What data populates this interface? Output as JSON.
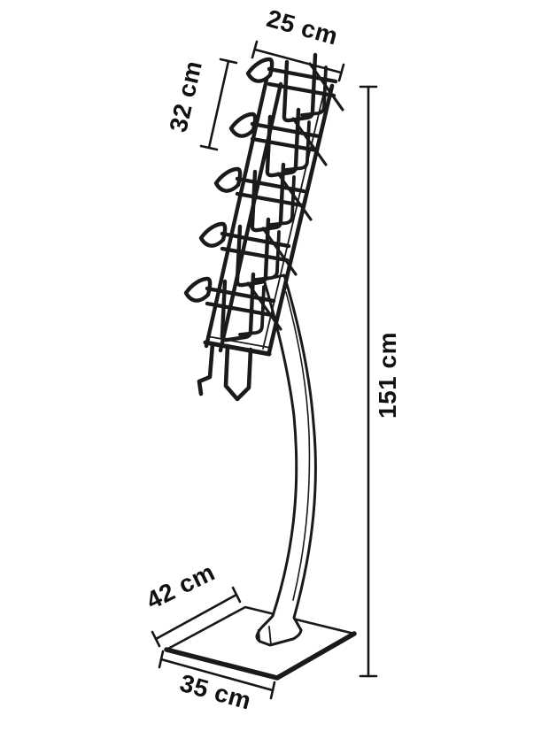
{
  "diagram": {
    "subject": "Floor-standing wire brochure display stand with five pockets, curved pole and square base",
    "background_color": "#ffffff",
    "line_color": "#1a1a1a",
    "pocket_count": "5",
    "dimensions": {
      "pocket_width": {
        "label": "25 cm"
      },
      "rack_depth": {
        "label": "32 cm"
      },
      "total_height": {
        "label": "151 cm"
      },
      "base_depth": {
        "label": "42 cm"
      },
      "base_width": {
        "label": "35 cm"
      }
    }
  }
}
